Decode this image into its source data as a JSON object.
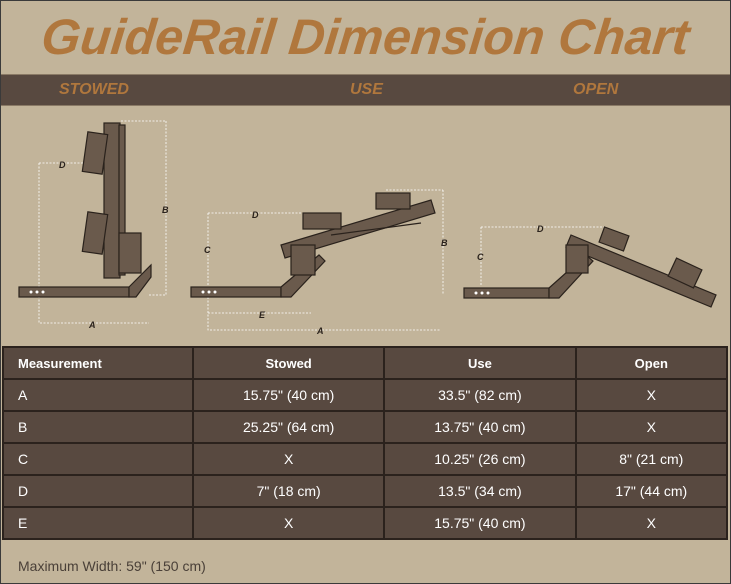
{
  "title": "GuideRail Dimension Chart",
  "modes": [
    "STOWED",
    "USE",
    "OPEN"
  ],
  "diagram_labels": {
    "stowed": {
      "d": "D",
      "b": "B",
      "a": "A"
    },
    "use": {
      "d": "D",
      "c": "C",
      "b": "B",
      "e": "E",
      "a": "A"
    },
    "open": {
      "d": "D",
      "c": "C"
    }
  },
  "colors": {
    "background": "#c2b49a",
    "band": "#584940",
    "accent": "#b0773d"
  },
  "table": {
    "headers": [
      "Measurement",
      "Stowed",
      "Use",
      "Open"
    ],
    "rows": [
      [
        "A",
        "15.75\" (40 cm)",
        "33.5\" (82 cm)",
        "X"
      ],
      [
        "B",
        "25.25\" (64 cm)",
        "13.75\" (40 cm)",
        "X"
      ],
      [
        "C",
        "X",
        "10.25\" (26 cm)",
        "8\" (21 cm)"
      ],
      [
        "D",
        "7\" (18 cm)",
        "13.5\" (34 cm)",
        "17\" (44 cm)"
      ],
      [
        "E",
        "X",
        "15.75\" (40 cm)",
        "X"
      ]
    ]
  },
  "footer": "Maximum Width: 59\" (150 cm)"
}
